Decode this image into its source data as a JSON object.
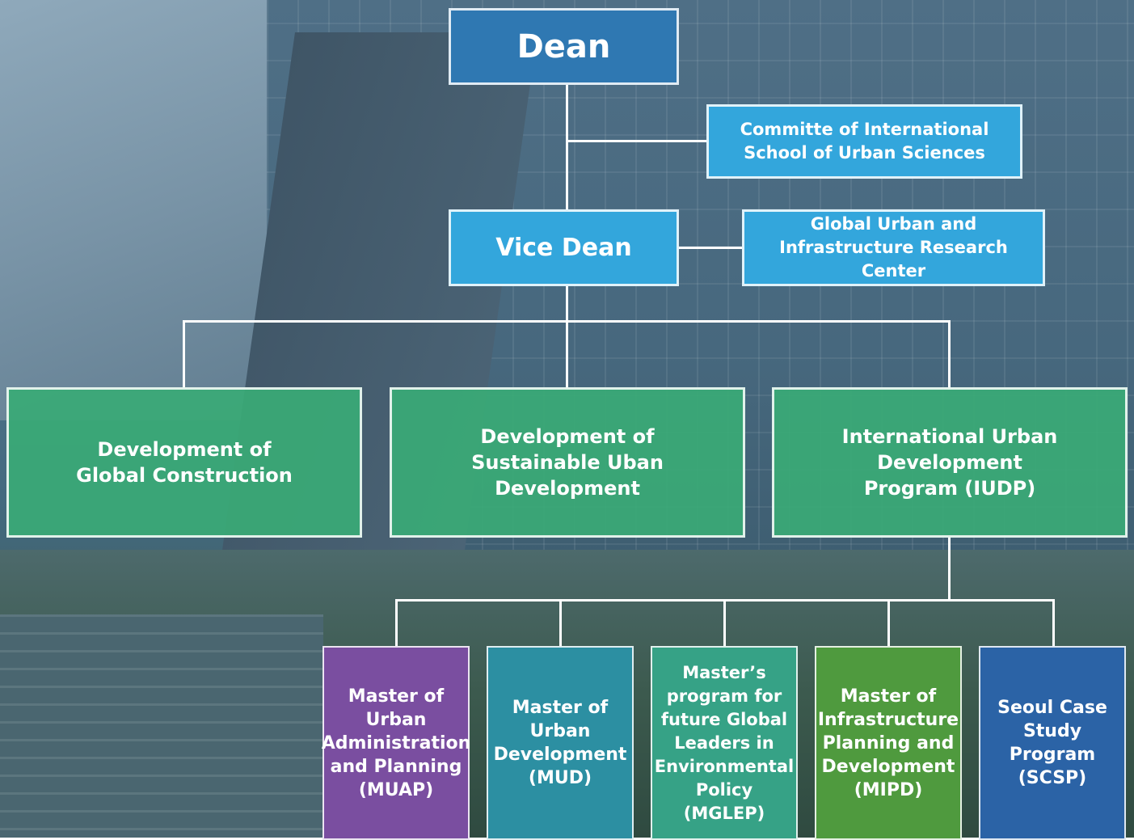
{
  "chart": {
    "dean": "Dean",
    "committee": "Committe of International\nSchool of Urban Sciences",
    "vice_dean": "Vice Dean",
    "research_center": "Global Urban and\nInfrastructure Research Center",
    "departments": [
      "Development of\nGlobal Construction",
      "Development of\nSustainable Uban\nDevelopment",
      "International Urban\nDevelopment\nProgram (IUDP)"
    ],
    "programs": [
      {
        "label": "Master of\nUrban\nAdministration\nand Planning\n(MUAP)",
        "color": "#7a4ea0"
      },
      {
        "label": "Master of\nUrban\nDevelopment\n(MUD)",
        "color": "#2c8fa2"
      },
      {
        "label": "Master’s\nprogram for\nfuture Global\nLeaders in\nEnvironmental\nPolicy (MGLEP)",
        "color": "#36a286"
      },
      {
        "label": "Master of\nInfrastructure\nPlanning and\nDevelopment\n(MIPD)",
        "color": "#4f9a3e"
      },
      {
        "label": "Seoul Case\nStudy Program\n(SCSP)",
        "color": "#2b63a6"
      }
    ]
  }
}
